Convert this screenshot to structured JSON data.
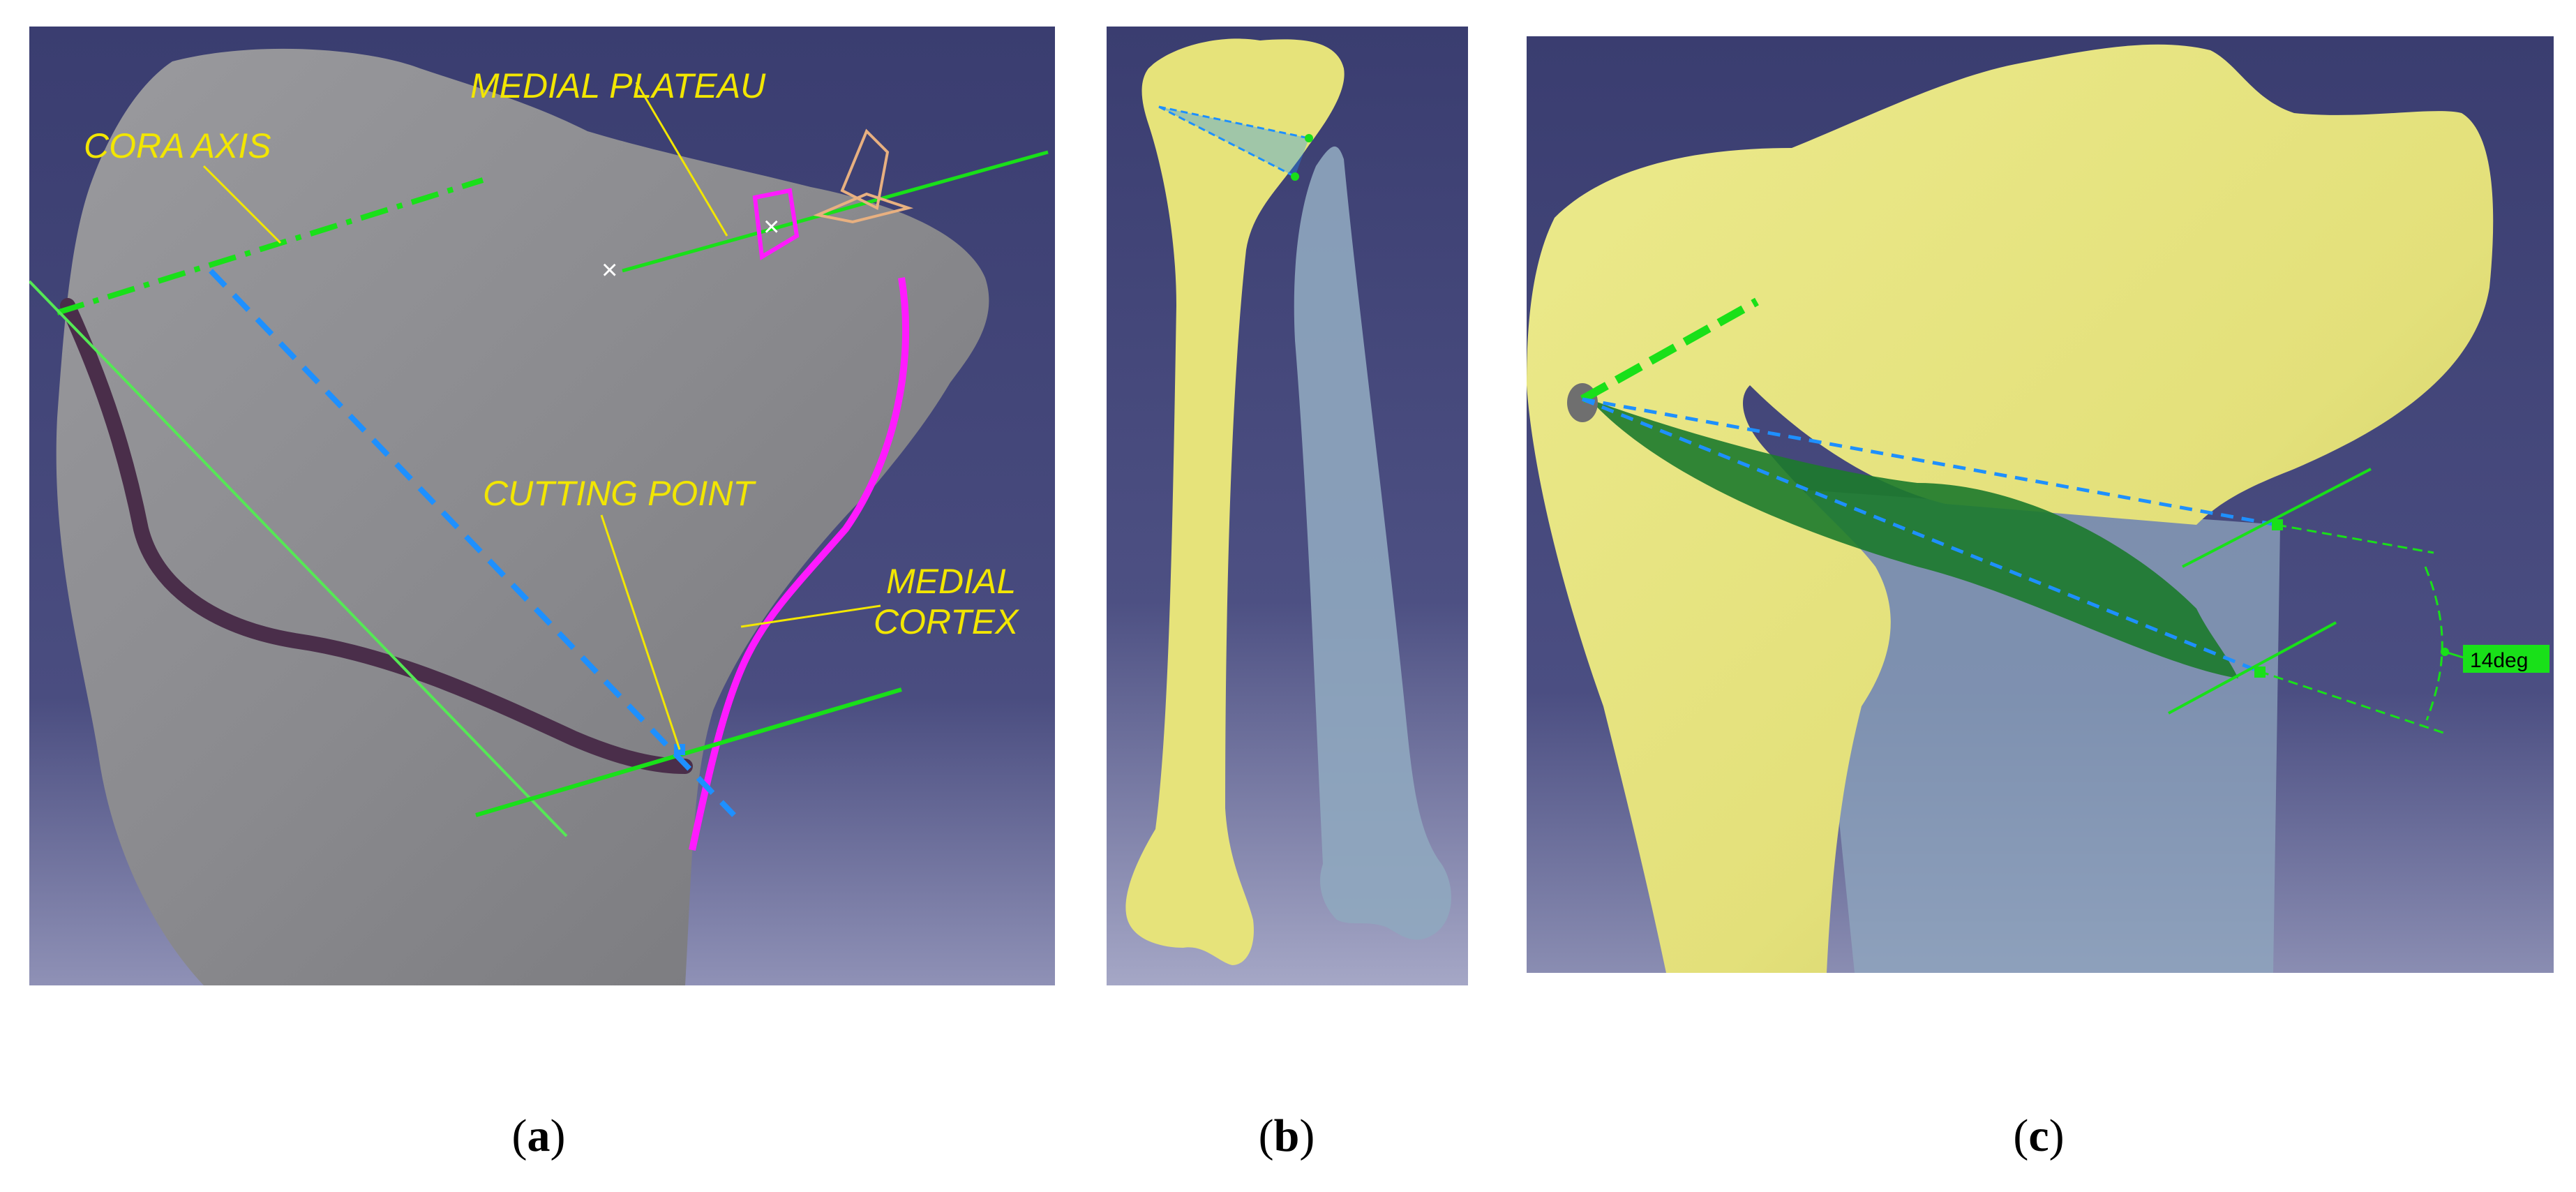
{
  "panels": {
    "a": {
      "labels": {
        "medial_plateau": "MEDIAL PLATEAU",
        "cora_axis": "CORA AXIS",
        "cutting_point": "CUTTING POINT",
        "medial_1": "MEDIAL",
        "medial_2": "CORTEX"
      },
      "caption": {
        "open": "(",
        "letter": "a",
        "close": ")"
      }
    },
    "b": {
      "caption": {
        "open": "(",
        "letter": "b",
        "close": ")"
      }
    },
    "c": {
      "angle_label": "14deg",
      "caption": {
        "open": "(",
        "letter": "c",
        "close": ")"
      }
    }
  },
  "colors": {
    "viewport_top": "#3b3e72",
    "viewport_bottom": "#8e90b6",
    "bone_gray": "#8a8a8e",
    "bone_yellow": "#e6e37a",
    "bone_blue": "#8fa7bf",
    "label_yellow": "#f2e600",
    "axis_green": "#19e019",
    "axis_blue": "#1e90ff",
    "cortex_magenta": "#ff1aff",
    "wedge_green": "#1c7a2c"
  }
}
